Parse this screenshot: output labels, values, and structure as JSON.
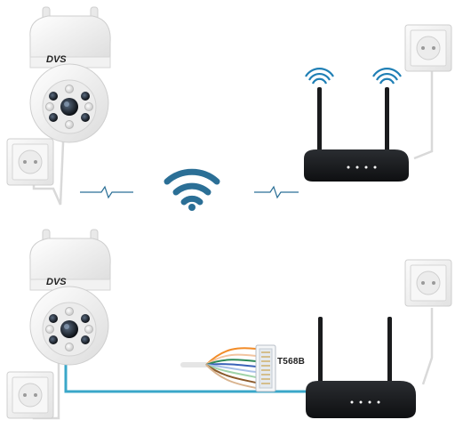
{
  "camera_brand": "DVS",
  "cable_standard": "T568B",
  "colors": {
    "ethernet_cable": "#3aa7c9",
    "power_cable": "#d9d9d9",
    "wifi_icon": "#2b6f96",
    "router_body": "#16181b",
    "signal_line": "#2b6f96",
    "router_antenna_signal": "#1f7fb5"
  },
  "icons": [
    "wifi-icon",
    "ip-camera",
    "wireless-router",
    "wall-socket",
    "rj45-connector",
    "signal-pulse"
  ]
}
